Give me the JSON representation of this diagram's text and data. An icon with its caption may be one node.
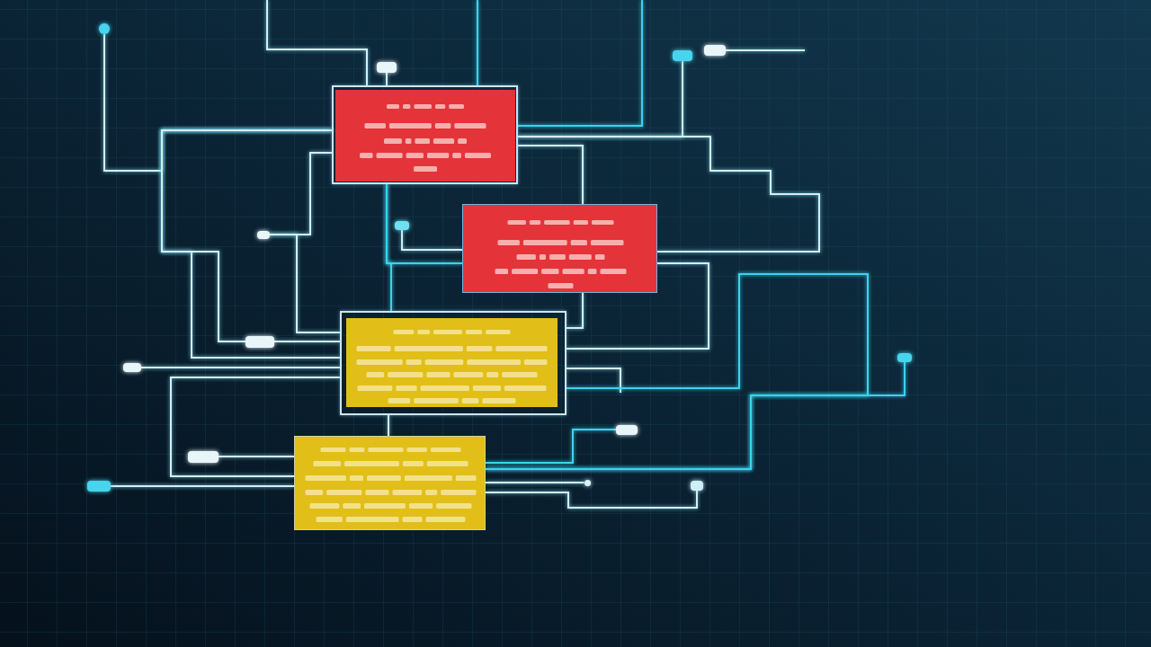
{
  "diagram": {
    "nodes": [
      {
        "text": [],
        "shape": "box"
      },
      {
        "text": [],
        "shape": "box"
      },
      {
        "text": [],
        "shape": "box"
      },
      {
        "text": [],
        "shape": "box"
      },
      {
        "text": [],
        "shape": "circle"
      },
      {
        "text": [],
        "shape": "box"
      },
      {
        "text": [],
        "shape": "box"
      },
      {
        "text": [],
        "shape": "box"
      },
      {
        "text": [],
        "shape": "box"
      },
      {
        "text": [],
        "shape": "box"
      },
      {
        "text": [],
        "shape": "box"
      },
      {
        "text": [],
        "shape": "box"
      },
      {
        "text": [],
        "shape": "box"
      },
      {
        "text": [],
        "shape": "box"
      },
      {
        "text": [],
        "shape": "box"
      },
      {
        "text": [],
        "shape": "circle"
      },
      {
        "text": [],
        "shape": "box"
      },
      {
        "text": [],
        "shape": "box"
      }
    ],
    "edges": [
      {
        "from": 4,
        "to": 0,
        "arrow": "none"
      },
      {
        "from": null,
        "to": 0,
        "arrow": "none"
      },
      {
        "from": null,
        "to": 0,
        "arrow": "none",
        "color": "#3ad3ee"
      },
      {
        "from": 0,
        "to": null,
        "arrow": "none",
        "color": "#3ad3ee"
      },
      {
        "from": 7,
        "to": 0,
        "arrow": "none"
      },
      {
        "from": 6,
        "to": 0,
        "arrow": "none"
      },
      {
        "from": 0,
        "to": 1,
        "arrow": "none"
      },
      {
        "from": 1,
        "to": 0,
        "arrow": "none"
      },
      {
        "from": 5,
        "to": null,
        "arrow": "none"
      },
      {
        "from": 0,
        "to": 1,
        "arrow": "none",
        "color": "#3ad3ee"
      },
      {
        "from": 0,
        "to": 2,
        "arrow": "none",
        "color": "#3ad3ee"
      },
      {
        "from": 8,
        "to": 1,
        "arrow": "none"
      },
      {
        "from": 9,
        "to": 0,
        "arrow": "none"
      },
      {
        "from": 9,
        "to": 2,
        "arrow": "none"
      },
      {
        "from": 0,
        "to": 2,
        "arrow": "none"
      },
      {
        "from": 0,
        "to": 10,
        "arrow": "none"
      },
      {
        "from": 10,
        "to": 2,
        "arrow": "none"
      },
      {
        "from": 12,
        "to": 2,
        "arrow": "none"
      },
      {
        "from": 2,
        "to": 3,
        "arrow": "none"
      },
      {
        "from": 1,
        "to": 2,
        "arrow": "none"
      },
      {
        "from": 1,
        "to": 2,
        "arrow": "none"
      },
      {
        "from": 2,
        "to": null,
        "arrow": "none"
      },
      {
        "from": 2,
        "to": 3,
        "arrow": "none",
        "color": "#3ad3ee"
      },
      {
        "from": 11,
        "to": 3,
        "arrow": "none",
        "color": "#3ad3ee"
      },
      {
        "from": 2,
        "to": 3,
        "arrow": "none"
      },
      {
        "from": 13,
        "to": 3,
        "arrow": "none",
        "color": "#3ad3ee"
      },
      {
        "from": 14,
        "to": 3,
        "arrow": "none"
      },
      {
        "from": 3,
        "to": 15,
        "arrow": "none"
      },
      {
        "from": 16,
        "to": 3,
        "arrow": "none"
      },
      {
        "from": 17,
        "to": 3,
        "arrow": "none"
      }
    ]
  }
}
